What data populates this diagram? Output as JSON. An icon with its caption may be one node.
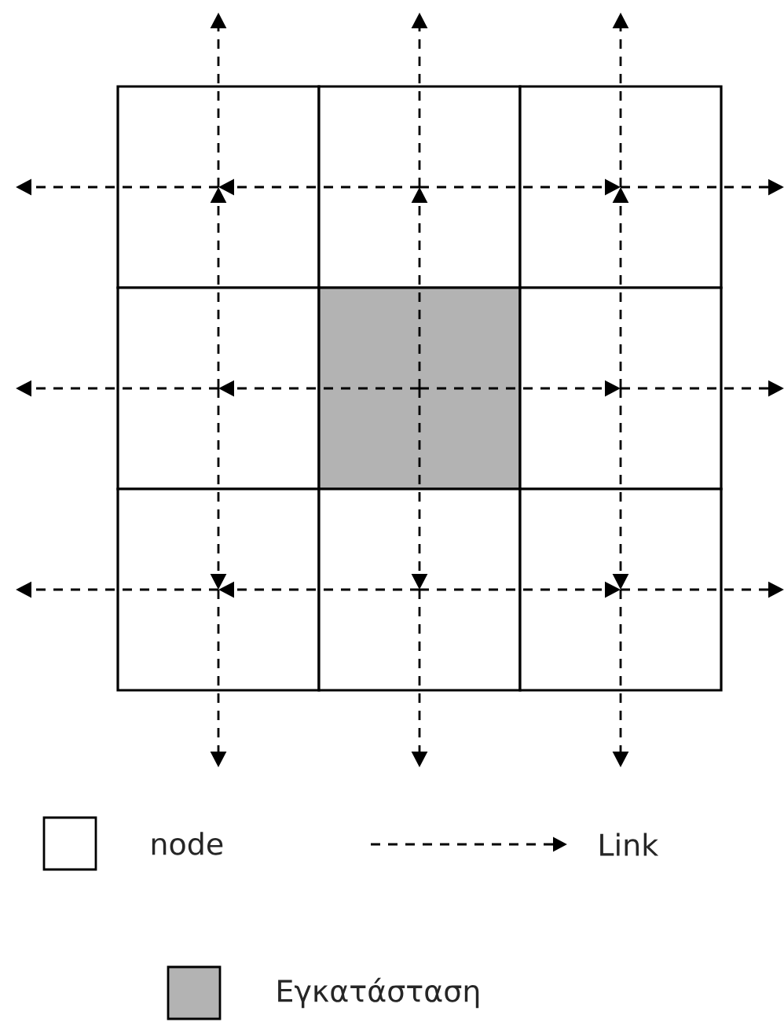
{
  "diagram": {
    "nodes": [
      {
        "text": [],
        "shape": "box"
      },
      {
        "text": [],
        "shape": "box"
      },
      {
        "text": [],
        "shape": "box"
      },
      {
        "text": [],
        "shape": "box"
      },
      {
        "text": [],
        "shape": "box"
      },
      {
        "text": [],
        "shape": "box"
      },
      {
        "text": [],
        "shape": "box"
      },
      {
        "text": [],
        "shape": "box"
      },
      {
        "text": [],
        "shape": "box"
      }
    ],
    "edges": [
      {
        "from": 1,
        "to": 0,
        "arrow": "to",
        "style": "dashed"
      },
      {
        "from": 0,
        "to": null,
        "arrow": "to",
        "style": "dashed"
      },
      {
        "from": 1,
        "to": 2,
        "arrow": "to",
        "style": "dashed"
      },
      {
        "from": 2,
        "to": null,
        "arrow": "to",
        "style": "dashed"
      },
      {
        "from": 4,
        "to": 3,
        "arrow": "to",
        "style": "dashed"
      },
      {
        "from": 3,
        "to": null,
        "arrow": "to",
        "style": "dashed"
      },
      {
        "from": 4,
        "to": 5,
        "arrow": "to",
        "style": "dashed"
      },
      {
        "from": 5,
        "to": null,
        "arrow": "to",
        "style": "dashed"
      },
      {
        "from": 7,
        "to": 6,
        "arrow": "to",
        "style": "dashed"
      },
      {
        "from": 6,
        "to": null,
        "arrow": "to",
        "style": "dashed"
      },
      {
        "from": 7,
        "to": 8,
        "arrow": "to",
        "style": "dashed"
      },
      {
        "from": 8,
        "to": null,
        "arrow": "to",
        "style": "dashed"
      },
      {
        "from": 3,
        "to": 0,
        "arrow": "to",
        "style": "dashed"
      },
      {
        "from": 0,
        "to": null,
        "arrow": "to",
        "style": "dashed"
      },
      {
        "from": 3,
        "to": 6,
        "arrow": "to",
        "style": "dashed"
      },
      {
        "from": 6,
        "to": null,
        "arrow": "to",
        "style": "dashed"
      },
      {
        "from": 4,
        "to": 1,
        "arrow": "to",
        "style": "dashed"
      },
      {
        "from": 1,
        "to": null,
        "arrow": "to",
        "style": "dashed"
      },
      {
        "from": 4,
        "to": 7,
        "arrow": "to",
        "style": "dashed"
      },
      {
        "from": 7,
        "to": null,
        "arrow": "to",
        "style": "dashed"
      },
      {
        "from": 5,
        "to": 2,
        "arrow": "to",
        "style": "dashed"
      },
      {
        "from": 2,
        "to": null,
        "arrow": "to",
        "style": "dashed"
      },
      {
        "from": 5,
        "to": 8,
        "arrow": "to",
        "style": "dashed"
      },
      {
        "from": 8,
        "to": null,
        "arrow": "to",
        "style": "dashed"
      }
    ],
    "legend": [
      {
        "text": "node"
      },
      {
        "text": "Link"
      },
      {
        "text": "Εγκατάσταση",
        "color": "#b3b3b3"
      }
    ]
  }
}
